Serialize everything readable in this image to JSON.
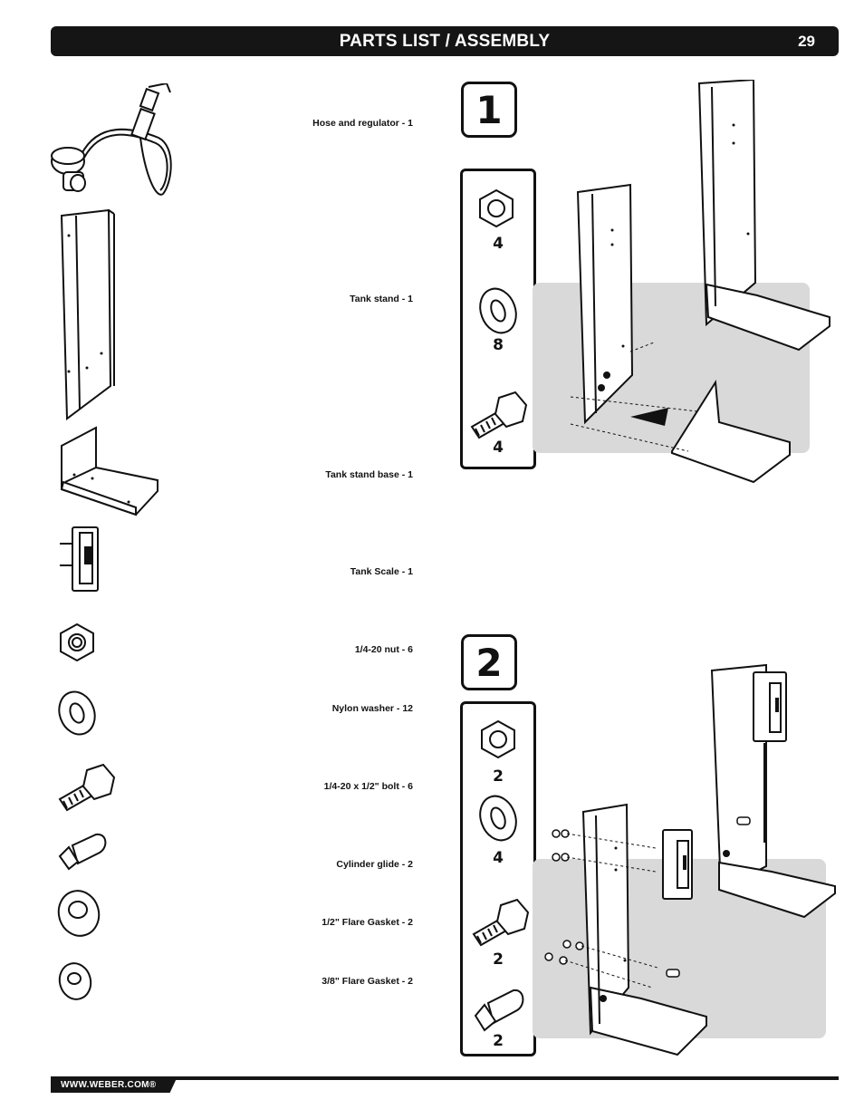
{
  "header": {
    "title": "PARTS LIST / ASSEMBLY",
    "page_number": "29"
  },
  "parts": [
    {
      "label": "Hose and regulator - 1",
      "icon": "hose-regulator"
    },
    {
      "label": "Tank stand - 1",
      "icon": "tank-stand"
    },
    {
      "label": "Tank stand base - 1",
      "icon": "tank-stand-base"
    },
    {
      "label": "Tank Scale - 1",
      "icon": "tank-scale"
    },
    {
      "label": "1/4-20 nut - 6",
      "icon": "nut"
    },
    {
      "label": "Nylon washer - 12",
      "icon": "washer"
    },
    {
      "label": "1/4-20 x 1/2\" bolt - 6",
      "icon": "bolt"
    },
    {
      "label": "Cylinder glide - 2",
      "icon": "cylinder-glide"
    },
    {
      "label": "1/2\" Flare Gasket - 2",
      "icon": "flare-gasket-large"
    },
    {
      "label": "3/8\" Flare Gasket -  2",
      "icon": "flare-gasket-small"
    }
  ],
  "steps": [
    {
      "number": "1",
      "hardware": [
        {
          "icon": "nut",
          "qty": "4"
        },
        {
          "icon": "washer",
          "qty": "8"
        },
        {
          "icon": "bolt",
          "qty": "4"
        }
      ]
    },
    {
      "number": "2",
      "hardware": [
        {
          "icon": "nut",
          "qty": "2"
        },
        {
          "icon": "washer",
          "qty": "4"
        },
        {
          "icon": "bolt",
          "qty": "2"
        },
        {
          "icon": "cylinder-glide",
          "qty": "2"
        }
      ]
    }
  ],
  "footer": {
    "url": "WWW.WEBER.COM®"
  },
  "colors": {
    "bar": "#151515",
    "panel_gray": "#d9d9d9"
  }
}
